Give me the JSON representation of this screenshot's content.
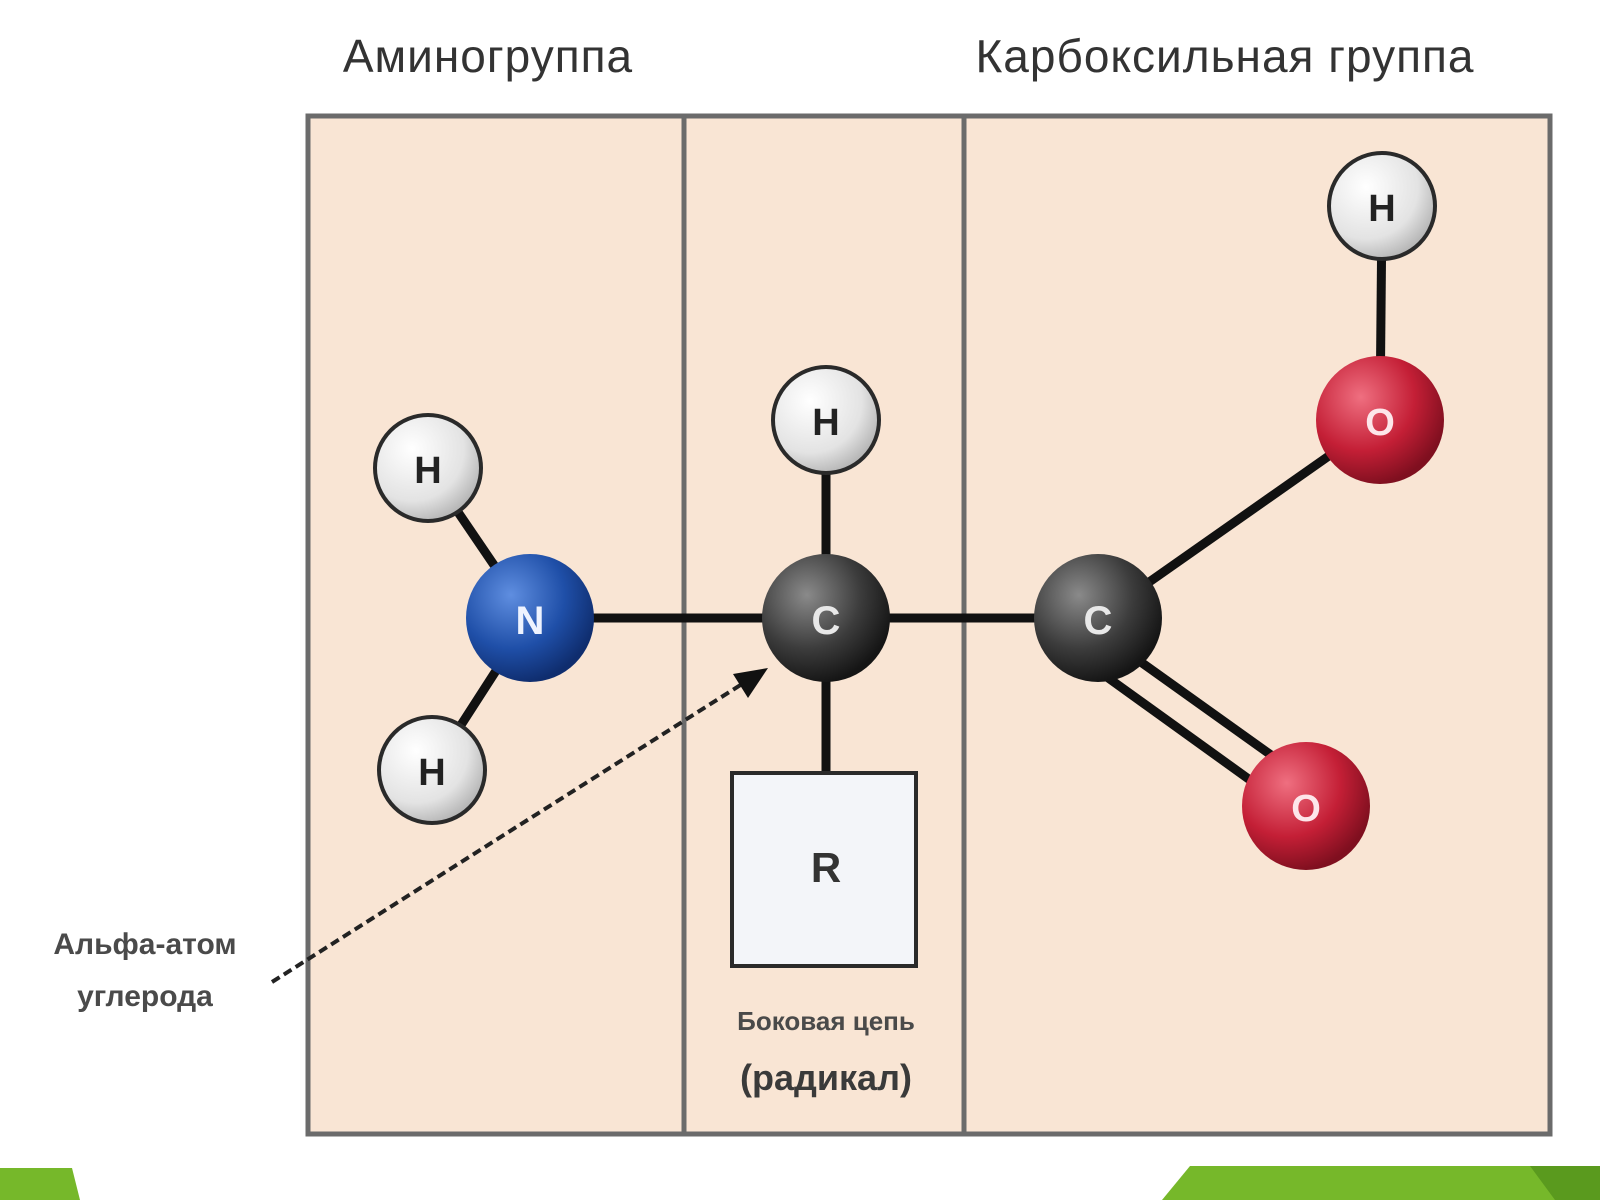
{
  "groups": {
    "amino": "Аминогруппа",
    "carboxyl": "Карбоксильная группа"
  },
  "alpha_carbon_label": [
    "Альфа-атом",
    "углерода"
  ],
  "side_chain_label": [
    "Боковая цепь",
    "(радикал)"
  ],
  "radical_symbol": "R",
  "atoms": {
    "h_amine_top": "H",
    "h_amine_bottom": "H",
    "nitrogen": "N",
    "h_alpha": "H",
    "c_alpha": "C",
    "c_carboxyl": "C",
    "o_hydroxyl": "O",
    "h_hydroxyl": "H",
    "o_carbonyl": "O"
  },
  "colors": {
    "panel_fill": "#f9e5d4",
    "panel_border": "#6b6b6b",
    "hydrogen": "#ececec",
    "nitrogen": "#1f4fa8",
    "carbon": "#3c3c3c",
    "oxygen": "#c41f36",
    "radical_box": "#f3f5f9",
    "accent_green": "#76b82a"
  }
}
